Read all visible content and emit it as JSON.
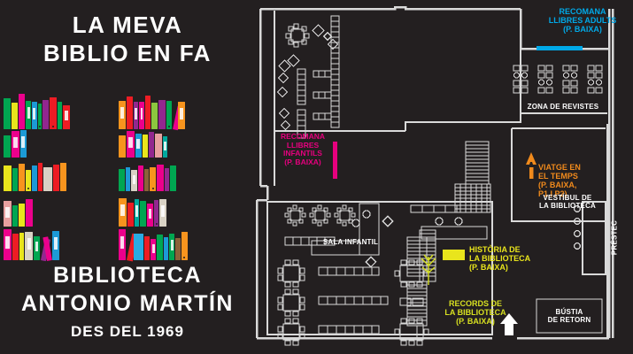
{
  "poster": {
    "background_color": "#231f20",
    "title_line1": "LA MEVA",
    "title_line2": "BIBLIO EN FA",
    "footer_line1": "BIBLIOTECA",
    "footer_line2": "ANTONIO MARTÍN",
    "footer_line3": "DES DEL 1969"
  },
  "map": {
    "labels": {
      "recomana_adults": "RECOMANA\nLLIBRES ADULTS\n(P. BAIXA)",
      "recomana_adults_l1": "RECOMANA",
      "recomana_adults_l2": "LLIBRES ADULTS",
      "recomana_adults_l3": "(P. BAIXA)",
      "recomana_infantils_l1": "RECOMANA",
      "recomana_infantils_l2": "LLIBRES",
      "recomana_infantils_l3": "INFANTILS",
      "recomana_infantils_l4": "(P. BAIXA)",
      "zona_revistes": "ZONA DE REVISTES",
      "sala_infantil": "SALA INFANTIL",
      "viatge_l1": "VIATGE EN",
      "viatge_l2": "EL TEMPS",
      "viatge_l3": "(P. BAIXA,",
      "viatge_l4": "P1 I P2)",
      "vestibul_l1": "VESTÍBUL DE",
      "vestibul_l2": "LA BIBLIOTECA",
      "prestec": "PRÉSTEC",
      "historia_l1": "HISTÒRIA DE",
      "historia_l2": "LA BIBLIOTECA",
      "historia_l3": "(P. BAIXA)",
      "records_l1": "RECORDS DE",
      "records_l2": "LA BIBLIOTECA",
      "records_l3": "(P. BAIXA)",
      "bustia_l1": "BÚSTIA",
      "bustia_l2": "DE RETORN"
    },
    "colors": {
      "cyan": "#00a9e8",
      "magenta": "#e6007e",
      "orange": "#f08a1c",
      "yellow": "#e9e51c",
      "green": "#d7e021",
      "wall": "#d9d9d9",
      "furniture": "#c8c8c8"
    },
    "markers": {
      "entrance_arrow": "up-arrow-icon",
      "viatge_marker": "letter-a-icon",
      "records_marker": "tree-icon",
      "historia_marker": "yellow-rectangle-icon"
    }
  },
  "bookshelf": {
    "rows": [
      {
        "left": [
          {
            "c": "#00a651",
            "w": 7,
            "h": 56
          },
          {
            "c": "#e9e51c",
            "w": 6,
            "h": 48,
            "striped": true
          },
          {
            "c": "#ec008c",
            "w": 7,
            "h": 64
          },
          {
            "c": "#00a651",
            "w": 5,
            "h": 52,
            "band": true
          },
          {
            "c": "#1c9ad6",
            "w": 5,
            "h": 50,
            "band": true
          },
          {
            "c": "#00a651",
            "w": 4,
            "h": 46,
            "dot": true
          },
          {
            "c": "#92278f",
            "w": 6,
            "h": 54
          },
          {
            "c": "#ed1c24",
            "w": 7,
            "h": 58,
            "dot": true
          },
          {
            "c": "#00a651",
            "w": 5,
            "h": 50
          },
          {
            "c": "#ed1c24",
            "w": 7,
            "h": 44,
            "band": true
          }
        ],
        "right": [
          {
            "c": "#f7941e",
            "w": 7,
            "h": 52,
            "band": true
          },
          {
            "c": "#ed1c24",
            "w": 6,
            "h": 60
          },
          {
            "c": "#92278f",
            "w": 5,
            "h": 50,
            "band": true
          },
          {
            "c": "#ec008c",
            "w": 5,
            "h": 50,
            "band": true
          },
          {
            "c": "#ed1c24",
            "w": 6,
            "h": 62
          },
          {
            "c": "#8dc63f",
            "w": 6,
            "h": 48,
            "striped": true
          },
          {
            "c": "#92278f",
            "w": 7,
            "h": 54
          },
          {
            "c": "#00a651",
            "w": 5,
            "h": 52,
            "dot": true
          },
          {
            "c": "#ec008c",
            "w": 5,
            "h": 44,
            "tilt": true
          },
          {
            "c": "#f7941e",
            "w": 7,
            "h": 50,
            "band": true
          }
        ]
      },
      {
        "left": [
          {
            "c": "#00a651",
            "w": 7,
            "h": 40
          },
          {
            "c": "#ec008c",
            "w": 8,
            "h": 48,
            "band": true
          },
          {
            "c": "#1c9ad6",
            "w": 6,
            "h": 50,
            "band": true
          }
        ],
        "right": [
          {
            "c": "#f7941e",
            "w": 7,
            "h": 40
          },
          {
            "c": "#ec008c",
            "w": 8,
            "h": 48,
            "band": true
          },
          {
            "c": "#1c9ad6",
            "w": 6,
            "h": 44,
            "band": true
          },
          {
            "c": "#e9e51c",
            "w": 6,
            "h": 42
          },
          {
            "c": "#92278f",
            "w": 5,
            "h": 46
          },
          {
            "c": "#e8a0a0",
            "w": 7,
            "h": 44
          },
          {
            "c": "#00a99d",
            "w": 5,
            "h": 38,
            "band": true
          }
        ]
      },
      {
        "left": [
          {
            "c": "#e9e51c",
            "w": 8,
            "h": 46
          },
          {
            "c": "#00a651",
            "w": 5,
            "h": 42
          },
          {
            "c": "#f7941e",
            "w": 7,
            "h": 50
          },
          {
            "c": "#e9e51c",
            "w": 5,
            "h": 38,
            "dot": true
          },
          {
            "c": "#1c9ad6",
            "w": 5,
            "h": 46
          },
          {
            "c": "#ed1c24",
            "w": 5,
            "h": 52
          },
          {
            "c": "#d9d2c5",
            "w": 9,
            "h": 44,
            "striped": true
          },
          {
            "c": "#ed1c24",
            "w": 6,
            "h": 48
          },
          {
            "c": "#f7941e",
            "w": 6,
            "h": 52
          }
        ],
        "right": [
          {
            "c": "#00a651",
            "w": 6,
            "h": 40
          },
          {
            "c": "#1c9ad6",
            "w": 5,
            "h": 44
          },
          {
            "c": "#d9d2c5",
            "w": 6,
            "h": 38,
            "band": true
          },
          {
            "c": "#ec008c",
            "w": 5,
            "h": 46
          },
          {
            "c": "#8c6239",
            "w": 5,
            "h": 40
          },
          {
            "c": "#f7941e",
            "w": 6,
            "h": 44,
            "dot": true
          },
          {
            "c": "#ec008c",
            "w": 7,
            "h": 48
          },
          {
            "c": "#92278f",
            "w": 5,
            "h": 42
          },
          {
            "c": "#00a651",
            "w": 6,
            "h": 46
          }
        ]
      },
      {
        "left": [
          {
            "c": "#e8a0a0",
            "w": 8,
            "h": 46,
            "band": true
          },
          {
            "c": "#00a651",
            "w": 5,
            "h": 38
          },
          {
            "c": "#e9e51c",
            "w": 7,
            "h": 42
          },
          {
            "c": "#ec008c",
            "w": 7,
            "h": 50
          }
        ],
        "right": [
          {
            "c": "#f7941e",
            "w": 8,
            "h": 52,
            "band": true
          },
          {
            "c": "#ed1c24",
            "w": 6,
            "h": 44
          },
          {
            "c": "#00a99d",
            "w": 5,
            "h": 50,
            "band": true
          },
          {
            "c": "#00a651",
            "w": 6,
            "h": 46
          },
          {
            "c": "#ec008c",
            "w": 6,
            "h": 42,
            "band": true
          },
          {
            "c": "#92278f",
            "w": 5,
            "h": 48,
            "dot": true
          },
          {
            "c": "#d9d2c5",
            "w": 7,
            "h": 50,
            "band": true
          }
        ]
      },
      {
        "left": [
          {
            "c": "#ec008c",
            "w": 8,
            "h": 56,
            "band": true
          },
          {
            "c": "#ed1c24",
            "w": 6,
            "h": 48
          },
          {
            "c": "#e9e51c",
            "w": 5,
            "h": 50
          },
          {
            "c": "#d9d2c5",
            "w": 8,
            "h": 52,
            "band": true
          },
          {
            "c": "#00a651",
            "w": 6,
            "h": 44,
            "band": true
          },
          {
            "c": "#92278f",
            "w": 5,
            "h": 40,
            "tilt": true
          },
          {
            "c": "#ec008c",
            "w": 5,
            "h": 44,
            "tiltl": true
          },
          {
            "c": "#1c9ad6",
            "w": 7,
            "h": 54,
            "band": true
          }
        ],
        "right": [
          {
            "c": "#ec008c",
            "w": 7,
            "h": 56,
            "band": true
          },
          {
            "c": "#ed1c24",
            "w": 6,
            "h": 50,
            "tilt": true
          },
          {
            "c": "#29abe2",
            "w": 10,
            "h": 48,
            "striped": true
          },
          {
            "c": "#ed1c24",
            "w": 6,
            "h": 44
          },
          {
            "c": "#ec008c",
            "w": 5,
            "h": 38,
            "band": true
          },
          {
            "c": "#00a651",
            "w": 6,
            "h": 46
          },
          {
            "c": "#1c9ad6",
            "w": 5,
            "h": 42
          },
          {
            "c": "#00a651",
            "w": 5,
            "h": 48,
            "band": true
          },
          {
            "c": "#8c6239",
            "w": 5,
            "h": 40
          },
          {
            "c": "#f7941e",
            "w": 7,
            "h": 52,
            "dot": true
          }
        ]
      }
    ]
  }
}
